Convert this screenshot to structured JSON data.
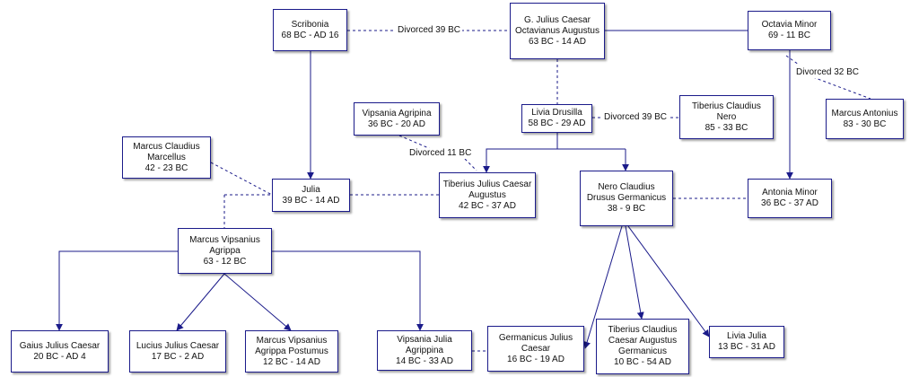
{
  "diagram": {
    "nodes": {
      "scribonia": {
        "name": "Scribonia",
        "dates": "68 BC - AD 16"
      },
      "augustus": {
        "name_line1": "G. Julius Caesar",
        "name_line2": "Octavianus Augustus",
        "dates": "63 BC - 14 AD"
      },
      "octavia": {
        "name": "Octavia Minor",
        "dates": "69 - 11 BC"
      },
      "antonius": {
        "name": "Marcus Antonius",
        "dates": "83 - 30 BC"
      },
      "vipsania": {
        "name": "Vipsania Agripina",
        "dates": "36 BC - 20 AD"
      },
      "livia": {
        "name": "Livia Drusilla",
        "dates": "58 BC - 29 AD"
      },
      "tib_nero": {
        "name_line1": "Tiberius Claudius",
        "name_line2": "Nero",
        "dates": "85 - 33 BC"
      },
      "marcellus": {
        "name_line1": "Marcus Claudius",
        "name_line2": "Marcellus",
        "dates": "42 - 23 BC"
      },
      "julia": {
        "name": "Julia",
        "dates": "39 BC - 14 AD"
      },
      "tiberius": {
        "name_line1": "Tiberius Julius Caesar",
        "name_line2": "Augustus",
        "dates": "42 BC - 37 AD"
      },
      "drusus": {
        "name_line1": "Nero Claudius",
        "name_line2": "Drusus Germanicus",
        "dates": "38 - 9 BC"
      },
      "antonia": {
        "name": "Antonia Minor",
        "dates": "36 BC - 37 AD"
      },
      "agrippa": {
        "name_line1": "Marcus Vipsanius",
        "name_line2": "Agrippa",
        "dates": "63 - 12 BC"
      },
      "gaius": {
        "name": "Gaius Julius Caesar",
        "dates": "20 BC - AD 4"
      },
      "lucius": {
        "name": "Lucius Julius Caesar",
        "dates": "17 BC - 2 AD"
      },
      "postumus": {
        "name_line1": "Marcus Vipsanius",
        "name_line2": "Agrippa Postumus",
        "dates": "12 BC - 14 AD"
      },
      "agrippina": {
        "name_line1": "Vipsania Julia",
        "name_line2": "Agrippina",
        "dates": "14 BC - 33 AD"
      },
      "germanicus": {
        "name_line1": "Germanicus Julius",
        "name_line2": "Caesar",
        "dates": "16 BC - 19 AD"
      },
      "claudius": {
        "name_line1": "Tiberius Claudius",
        "name_line2": "Caesar Augustus",
        "name_line3": "Germanicus",
        "dates": "10 BC - 54 AD"
      },
      "livilla": {
        "name": "Livia Julia",
        "dates": "13 BC - 31 AD"
      }
    },
    "edge_labels": {
      "scribonia_augustus": "Divorced 39 BC",
      "octavia_antonius": "Divorced 32 BC",
      "livia_tib_nero": "Divorced 39 BC",
      "vipsania_tiberius": "Divorced 11 BC"
    },
    "colors": {
      "box_border": "#1b1b8a",
      "line": "#1b1b8a",
      "text": "#111111",
      "background": "#ffffff"
    }
  }
}
